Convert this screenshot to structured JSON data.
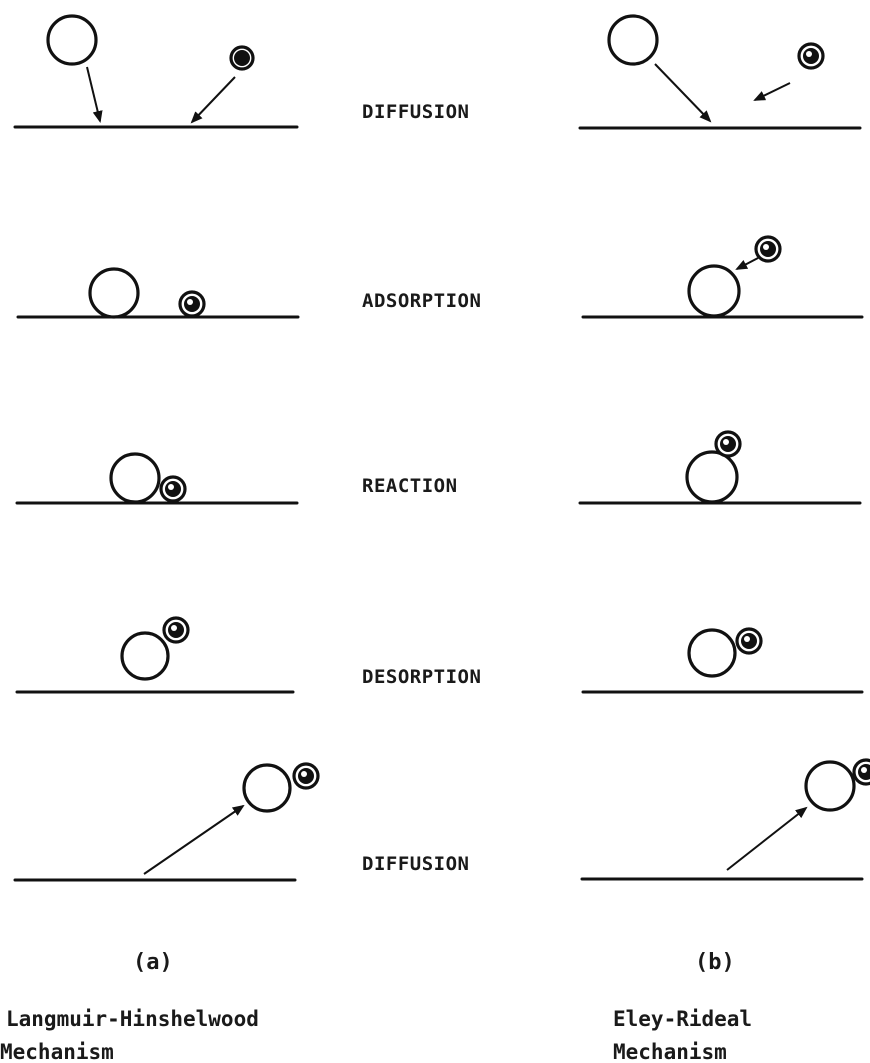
{
  "steps": [
    "DIFFUSION",
    "ADSORPTION",
    "REACTION",
    "DESORPTION",
    "DIFFUSION"
  ],
  "panels": {
    "left": {
      "tag": "(a)",
      "name_line1": "Langmuir-Hinshelwood",
      "name_line2": "Mechanism"
    },
    "right": {
      "tag": "(b)",
      "name_line1": "Eley-Rideal",
      "name_line2": "Mechanism"
    }
  },
  "icons": {
    "large_molecule": "open-circle",
    "small_molecule": "filled-ringed-circle",
    "surface": "horizontal-line",
    "motion": "arrow"
  },
  "colors": {
    "ink": "#111111",
    "background": "#ffffff"
  }
}
